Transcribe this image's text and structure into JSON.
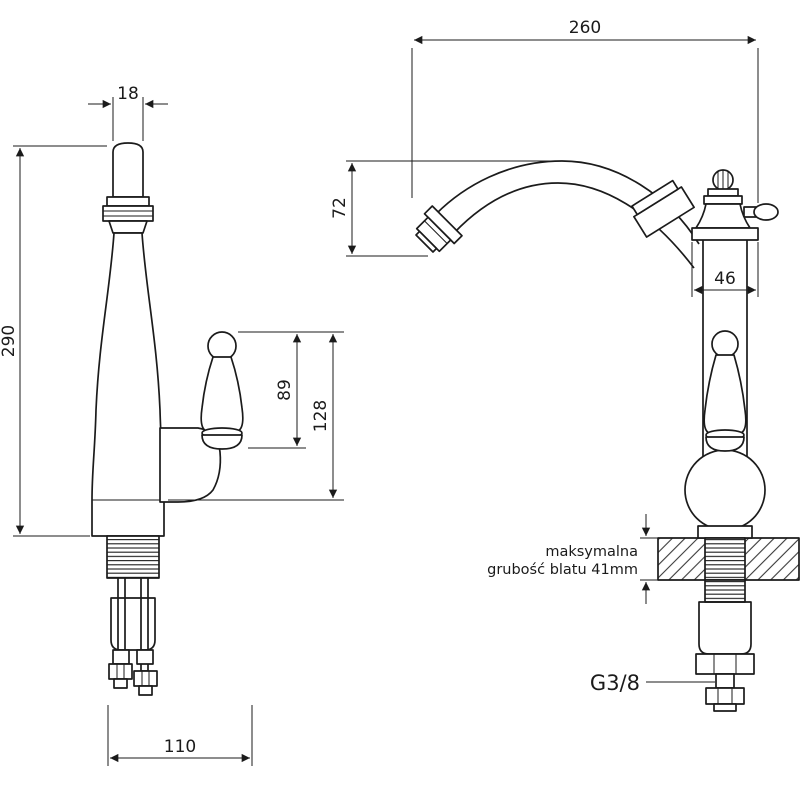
{
  "drawing": {
    "dimensions": {
      "spout_tip_width": "18",
      "overall_height": "290",
      "handle_height": "89",
      "handle_total_height": "128",
      "base_width": "110",
      "spout_reach": "260",
      "spout_drop": "72",
      "body_width": "46"
    },
    "labels": {
      "counter_note_line1": "maksymalna",
      "counter_note_line2": "grubość blatu 41mm",
      "thread_size": "G3/8"
    }
  }
}
